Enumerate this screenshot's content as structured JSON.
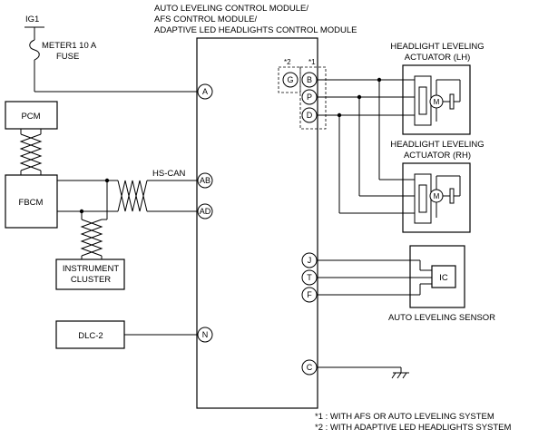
{
  "power": {
    "ig1": "IG1",
    "fuse_name": "METER1 10 A",
    "fuse_word": "FUSE"
  },
  "module": {
    "title_line1": "AUTO LEVELING CONTROL MODULE/",
    "title_line2": "AFS CONTROL MODULE/",
    "title_line3": "ADAPTIVE LED HEADLIGHTS CONTROL MODULE"
  },
  "boxes": {
    "pcm": "PCM",
    "fbcm": "FBCM",
    "cluster_line1": "INSTRUMENT",
    "cluster_line2": "CLUSTER",
    "dlc": "DLC-2",
    "ic": "IC"
  },
  "hs_can": "HS-CAN",
  "pins": {
    "A": "A",
    "AB": "AB",
    "AD": "AD",
    "N": "N",
    "G": "G",
    "B": "B",
    "P": "P",
    "D": "D",
    "J": "J",
    "T": "T",
    "F": "F",
    "C": "C"
  },
  "markers": {
    "star2": "*2",
    "star1": "*1"
  },
  "actuators": {
    "lh_line1": "HEADLIGHT LEVELING",
    "lh_line2": "ACTUATOR (LH)",
    "rh_line1": "HEADLIGHT LEVELING",
    "rh_line2": "ACTUATOR (RH)",
    "motor": "M"
  },
  "sensor_label": "AUTO LEVELING SENSOR",
  "footnotes": {
    "note1": "*1 : WITH AFS OR AUTO LEVELING SYSTEM",
    "note2": "*2 : WITH ADAPTIVE LED HEADLIGHTS SYSTEM"
  }
}
